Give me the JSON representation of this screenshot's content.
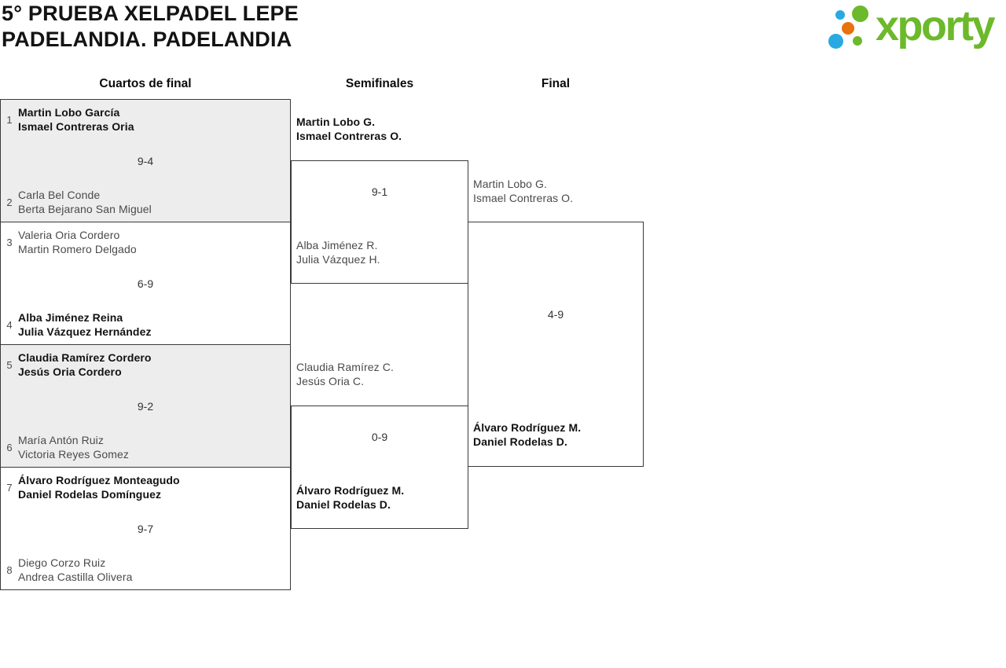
{
  "header": {
    "title_line1": "5° PRUEBA XELPADEL LEPE",
    "title_line2": "PADELANDIA. PADELANDIA",
    "logo_text": "xporty"
  },
  "colors": {
    "brand_green": "#6cb92b",
    "brand_blue": "#29a9e1",
    "brand_orange": "#e8720c",
    "box_shade": "#ededed",
    "box_border": "#3a3a3a",
    "winner_text": "#121212",
    "loser_text": "#4a4a4a"
  },
  "round_headers": {
    "quarterfinals": "Cuartos de final",
    "semifinals": "Semifinales",
    "final": "Final"
  },
  "quarterfinals": [
    {
      "seed1": "1",
      "team1": [
        "Martin Lobo García",
        "Ismael Contreras Oria"
      ],
      "score": "9-4",
      "seed2": "2",
      "team2": [
        "Carla Bel Conde",
        "Berta Bejarano San Miguel"
      ],
      "winner": "team1"
    },
    {
      "seed1": "3",
      "team1": [
        "Valeria Oria Cordero",
        "Martin Romero Delgado"
      ],
      "score": "6-9",
      "seed2": "4",
      "team2": [
        "Alba Jiménez Reina",
        "Julia Vázquez Hernández"
      ],
      "winner": "team2"
    },
    {
      "seed1": "5",
      "team1": [
        "Claudia Ramírez Cordero",
        "Jesús Oria Cordero"
      ],
      "score": "9-2",
      "seed2": "6",
      "team2": [
        "María Antón Ruiz",
        "Victoria Reyes Gomez"
      ],
      "winner": "team1"
    },
    {
      "seed1": "7",
      "team1": [
        "Álvaro Rodríguez Monteagudo",
        "Daniel Rodelas Domínguez"
      ],
      "score": "9-7",
      "seed2": "8",
      "team2": [
        "Diego Corzo Ruiz",
        "Andrea Castilla Olivera"
      ],
      "winner": "team1"
    }
  ],
  "semifinals": [
    {
      "team1": [
        "Martin Lobo G.",
        "Ismael Contreras O."
      ],
      "score": "9-1",
      "team2": [
        "Alba Jiménez R.",
        "Julia Vázquez H."
      ],
      "winner": "team1"
    },
    {
      "team1": [
        "Claudia Ramírez C.",
        "Jesús Oria C."
      ],
      "score": "0-9",
      "team2": [
        "Álvaro Rodríguez M.",
        "Daniel Rodelas D."
      ],
      "winner": "team2"
    }
  ],
  "final": {
    "team1": [
      "Martin Lobo G.",
      "Ismael Contreras O."
    ],
    "score": "4-9",
    "team2": [
      "Álvaro Rodríguez M.",
      "Daniel Rodelas D."
    ],
    "winner": "team2"
  }
}
